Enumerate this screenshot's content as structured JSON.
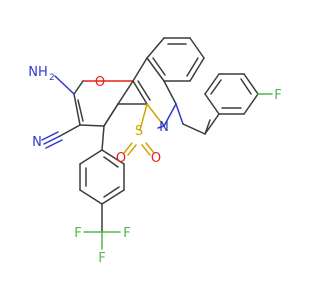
{
  "atoms": {
    "o_ring": "O",
    "nh2": "NH",
    "nh2_sub": "2",
    "n_nitrile": "N",
    "n_ring": "N",
    "s": "S",
    "o_s_left": "O",
    "o_s_right": "O",
    "f_para": "F",
    "f_cf3_left": "F",
    "f_cf3_right": "F",
    "f_cf3_bottom": "F"
  },
  "colors": {
    "carbon_bond": "#3b3b3b",
    "oxygen": "#e8211c",
    "nitrogen": "#2f39c8",
    "sulfur": "#d1a600",
    "fluorine": "#4fb94f"
  }
}
